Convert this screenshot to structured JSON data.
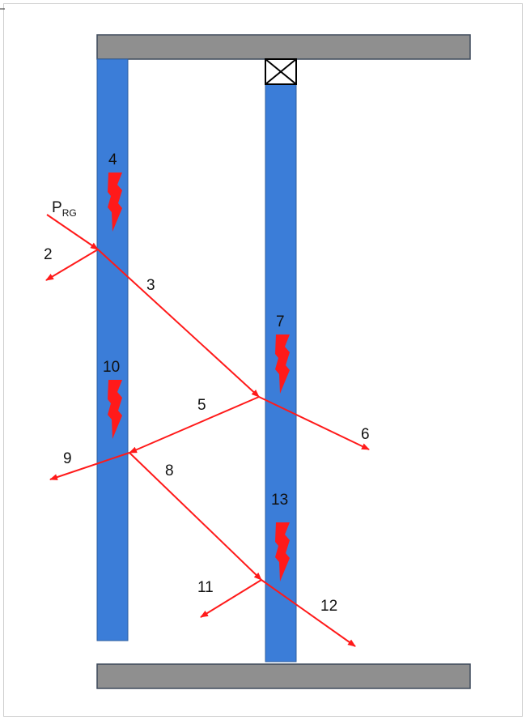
{
  "colors": {
    "panel": "#3b7dd8",
    "panel_edge": "#2f5f9f",
    "plate": "#8f8f8f",
    "plate_edge": "#3e4a5c",
    "ray": "#ff1a1a",
    "text": "#111111",
    "frame": "#cfcfcf"
  },
  "labels": {
    "incident_main": "P",
    "incident_sub": "RG",
    "ray_2": "2",
    "ray_3": "3",
    "absorb_4": "4",
    "ray_5": "5",
    "ray_6": "6",
    "absorb_7": "7",
    "ray_8": "8",
    "ray_9": "9",
    "absorb_10": "10",
    "ray_11": "11",
    "ray_12": "12",
    "absorb_13": "13"
  },
  "icons": {
    "absorption": "lightning-bolt-icon",
    "hinge": "crossed-box-icon"
  }
}
